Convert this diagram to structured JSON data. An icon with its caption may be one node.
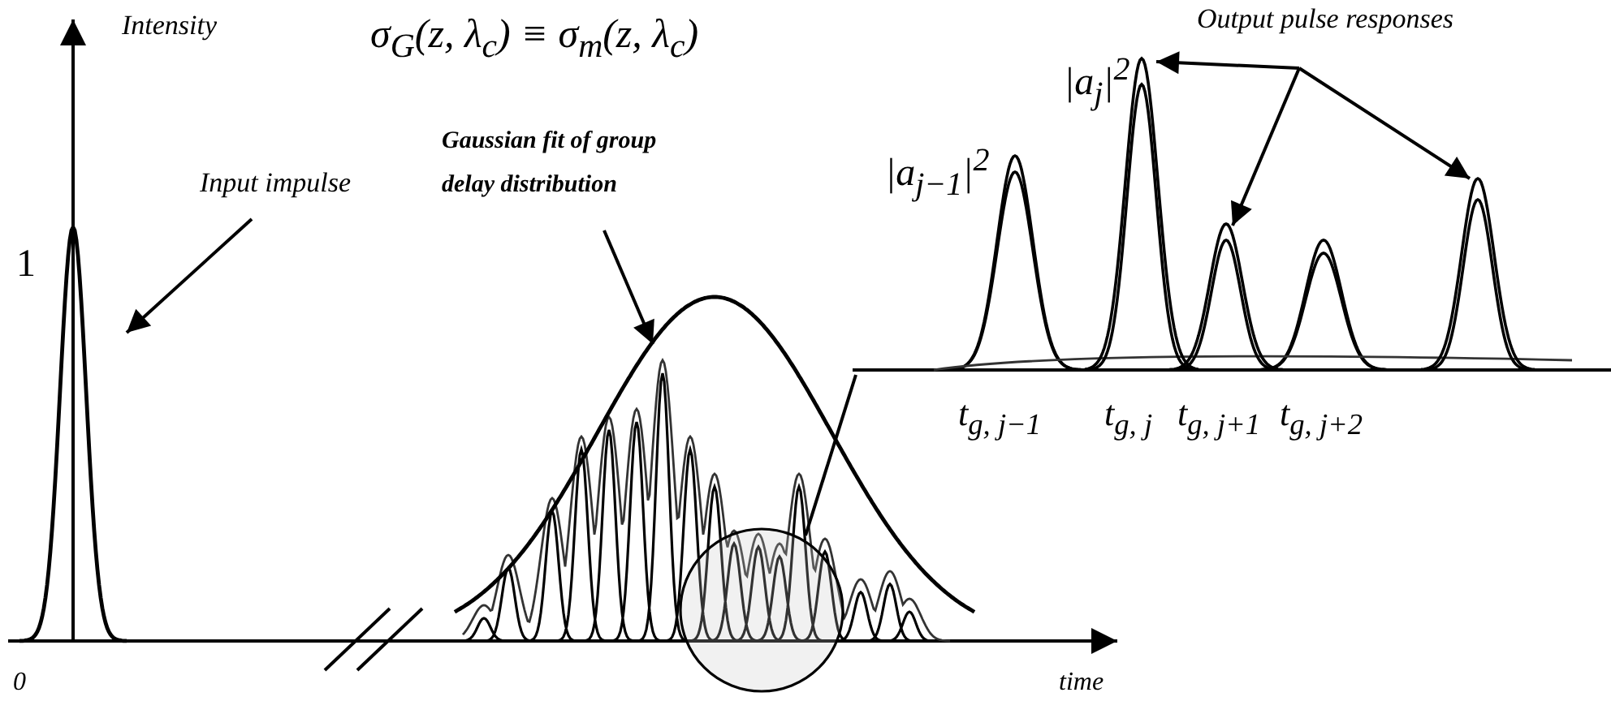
{
  "diagram": {
    "nodes": [
      {
        "text": [
          "Input impulse"
        ]
      },
      {
        "text": [],
        "shape": "picture"
      },
      {
        "text": [
          "Gaussian fit of group delay distribution"
        ]
      },
      {
        "text": [],
        "shape": "picture"
      },
      {
        "text": [
          "Output pulse responses"
        ]
      },
      {
        "text": [],
        "shape": "picture",
        "in": 9
      },
      {
        "text": [],
        "shape": "picture",
        "in": 9
      },
      {
        "text": [],
        "shape": "picture",
        "in": 9
      },
      {
        "text": [],
        "shape": "circle"
      },
      {
        "text": [],
        "shape": "picture"
      }
    ],
    "edges": [
      {
        "from": 0,
        "to": 1,
        "arrow": "to"
      },
      {
        "from": 2,
        "to": 3,
        "arrow": "to"
      },
      {
        "from": 4,
        "to": 5,
        "arrow": "to"
      },
      {
        "from": 4,
        "to": 6,
        "arrow": "to"
      },
      {
        "from": 4,
        "to": 7,
        "arrow": "to"
      },
      {
        "from": 8,
        "to": 9,
        "arrow": "none"
      }
    ],
    "labels": [
      "Intensity",
      "σ$_{G}$(z, λ$_{c}$) ≡ σ$_{m}$(z, λ$_{c}$)",
      "|a$_{j}$|$^{2}$",
      "|a$_{j−1}$|$^{2}$",
      "1",
      "t$_{g, j−1}$",
      "t$_{g, j}$",
      "t$_{g, j+1}$",
      "t$_{g, j+2}$",
      "0",
      "time"
    ]
  }
}
